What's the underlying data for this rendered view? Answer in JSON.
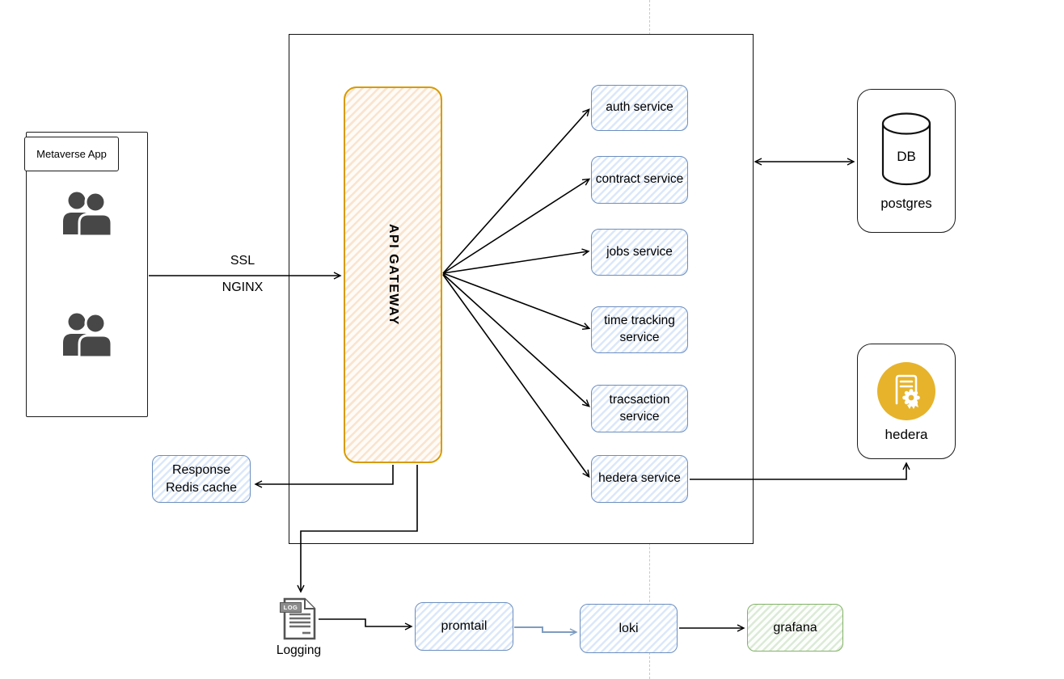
{
  "nodes": {
    "metaverse_app": {
      "label": "Metaverse App"
    },
    "api_gateway": {
      "label": "API GATEWAY"
    },
    "services": [
      {
        "label": "auth service"
      },
      {
        "label": "contract service"
      },
      {
        "label": "jobs service"
      },
      {
        "label": "time tracking service"
      },
      {
        "label": "tracsaction service"
      },
      {
        "label": "hedera service"
      }
    ],
    "postgres": {
      "db_label": "DB",
      "label": "postgres"
    },
    "hedera": {
      "label": "hedera"
    },
    "redis": {
      "label": "Response Redis cache"
    },
    "logging": {
      "label": "Logging",
      "badge": "LOG"
    },
    "promtail": {
      "label": "promtail"
    },
    "loki": {
      "label": "loki"
    },
    "grafana": {
      "label": "grafana"
    }
  },
  "edges": {
    "ssl_label": "SSL",
    "nginx_label": "NGINX"
  },
  "colors": {
    "gateway_stroke": "#d79b00",
    "service_stroke": "#6c8ebf",
    "service_fill": "#dae8fc",
    "grafana_stroke": "#82b366",
    "grafana_fill": "#d5e8d4",
    "hedera_icon_yellow": "#e6b32b",
    "promtail_loki_arrow": "#7e9cc0",
    "connector": "#000000"
  }
}
